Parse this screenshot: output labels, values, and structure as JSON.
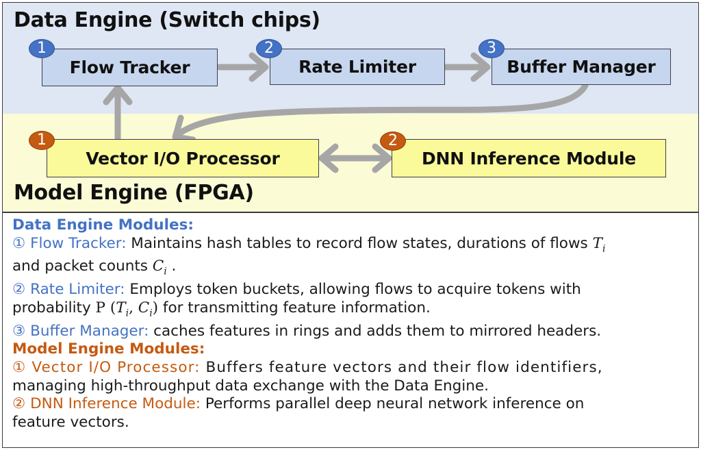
{
  "diagram": {
    "data_engine": {
      "title": "Data Engine (Switch chips)",
      "color": "#dfe6f4",
      "modules": [
        {
          "number": "1",
          "label": "Flow Tracker"
        },
        {
          "number": "2",
          "label": "Rate Limiter"
        },
        {
          "number": "3",
          "label": "Buffer Manager"
        }
      ]
    },
    "model_engine": {
      "title": "Model Engine (FPGA)",
      "color": "#fbfbd6",
      "modules": [
        {
          "number": "1",
          "label": "Vector I/O Processor"
        },
        {
          "number": "2",
          "label": "DNN Inference Module"
        }
      ]
    },
    "edges": [
      {
        "from": "Flow Tracker",
        "to": "Rate Limiter",
        "type": "arrow"
      },
      {
        "from": "Rate Limiter",
        "to": "Buffer Manager",
        "type": "arrow"
      },
      {
        "from": "Buffer Manager",
        "to": "Vector I/O Processor",
        "type": "curved-arrow"
      },
      {
        "from": "Vector I/O Processor",
        "to": "Flow Tracker",
        "type": "arrow"
      },
      {
        "from": "Vector I/O Processor",
        "to": "DNN Inference Module",
        "type": "bidirectional"
      }
    ],
    "colors": {
      "data_accent": "#4472c4",
      "model_accent": "#c55a11",
      "arrow": "#a6a6a6"
    }
  },
  "description": {
    "data_heading": "Data Engine Modules:",
    "data_items": [
      {
        "marker": "①",
        "name": "Flow Tracker:",
        "text": " Maintains hash tables to record flow states, durations of flows ",
        "var1": "T",
        "sub1": "i",
        "text2": "and packet counts ",
        "var2": "C",
        "sub2": "i",
        "text3": " ."
      },
      {
        "marker": "②",
        "name": "Rate Limiter:",
        "text": " Employs token buckets, allowing flows to acquire tokens with",
        "text2": "probability ",
        "prob": "P",
        "text3": " for transmitting feature information."
      },
      {
        "marker": "③",
        "name": "Buffer Manager:",
        "text": " caches features in rings and adds them to mirrored headers."
      }
    ],
    "model_heading": "Model Engine Modules:",
    "model_items": [
      {
        "marker": "①",
        "name": "Vector I/O Processor:",
        "text": " Buffers feature vectors and their flow identifiers,",
        "text2": "managing high-throughput data exchange with the Data Engine."
      },
      {
        "marker": "②",
        "name": "DNN Inference Module:",
        "text": " Performs parallel deep neural network inference on",
        "text2": "feature vectors."
      }
    ]
  }
}
